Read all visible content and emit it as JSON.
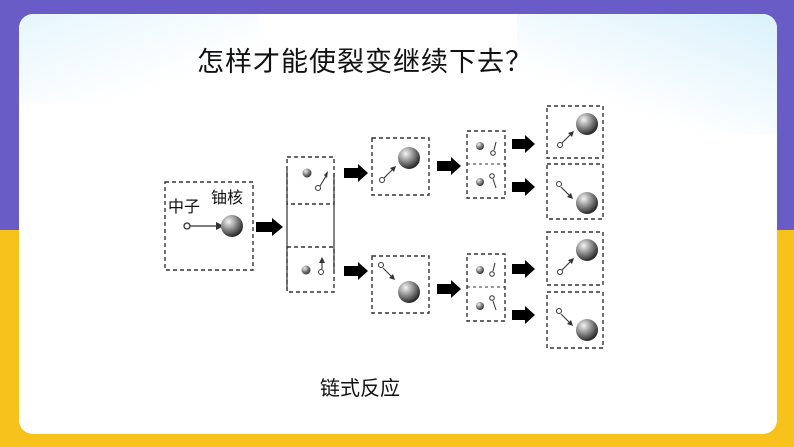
{
  "slide": {
    "title": "怎样才能使裂变继续下去？",
    "caption": "链式反应"
  },
  "diagram": {
    "labels": {
      "neutron": "中子",
      "uranium_nucleus": "铀核"
    }
  },
  "colors": {
    "top_band": "#6a5cc6",
    "bottom_band": "#f7c21b",
    "card": "#ffffff",
    "box_border": "#333333",
    "arrow": "#000000"
  }
}
